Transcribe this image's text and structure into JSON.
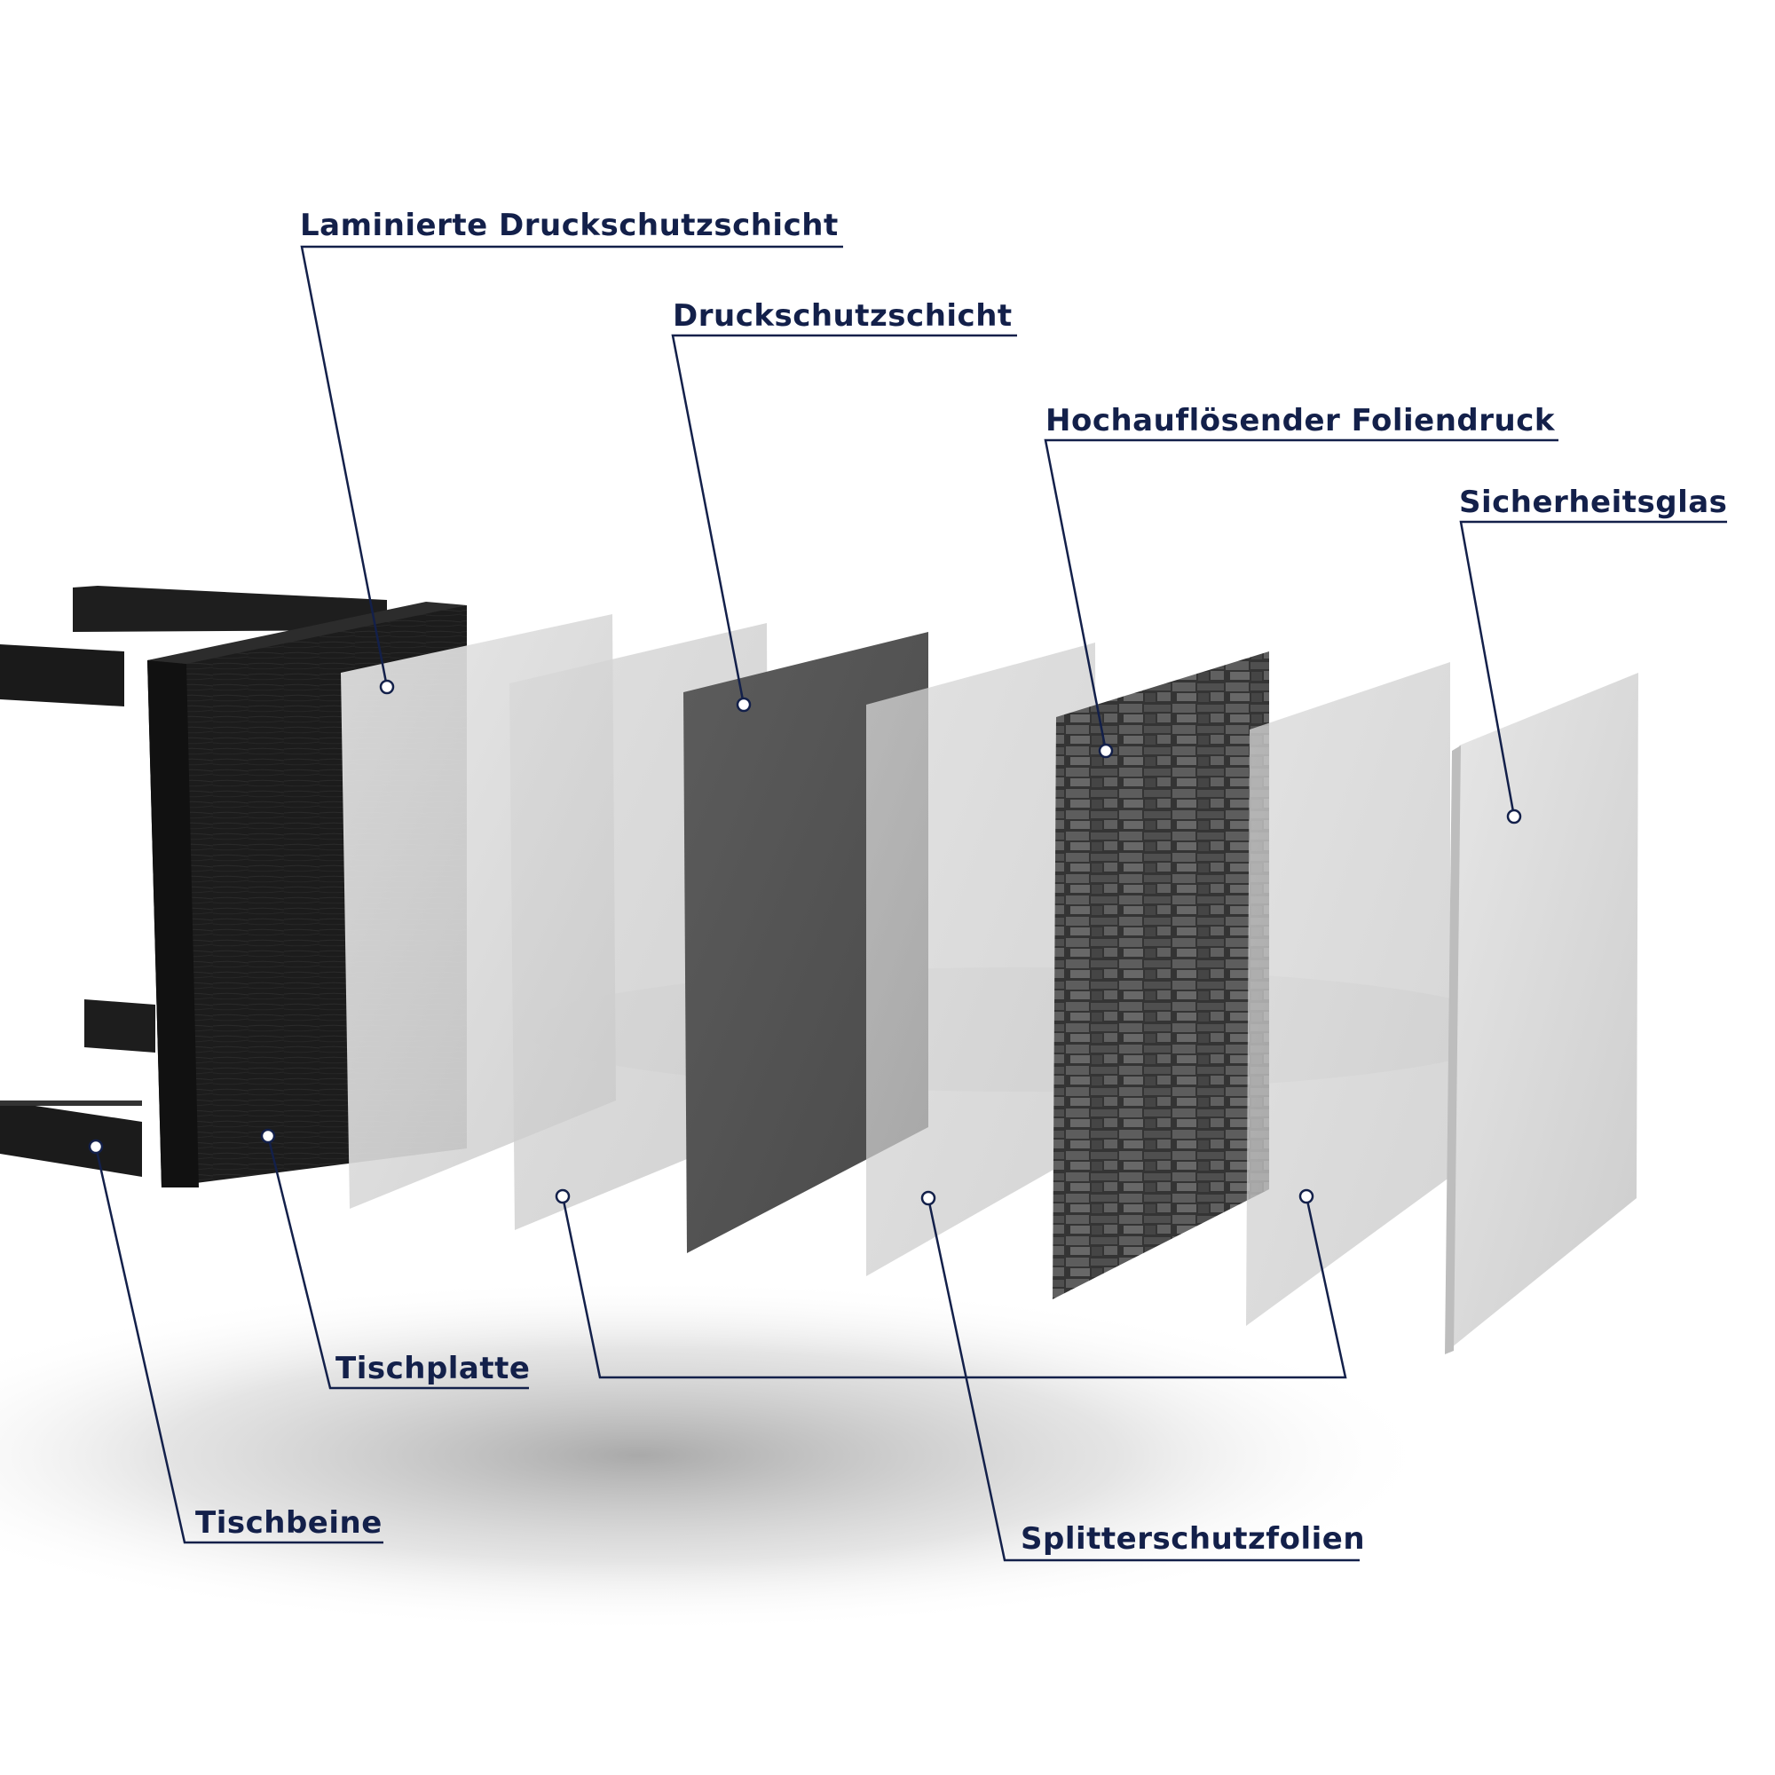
{
  "labels": {
    "laminated_layer": "Laminierte Druckschutzschicht",
    "print_protection_layer": "Druckschutzschicht",
    "hd_film_print": "Hochauflösender Foliendruck",
    "safety_glass": "Sicherheitsglas",
    "table_top": "Tischplatte",
    "table_legs": "Tischbeine",
    "splinter_films": "Splitterschutzfolien"
  },
  "colors": {
    "label_text": "#13204a",
    "leader_line": "#13204a",
    "table_black": "#1b1b1b",
    "dark_layer": "#555555",
    "film_light": "#cfcfcf"
  },
  "image_content": {
    "print_texture": "stacked stone wall, grayscale"
  }
}
